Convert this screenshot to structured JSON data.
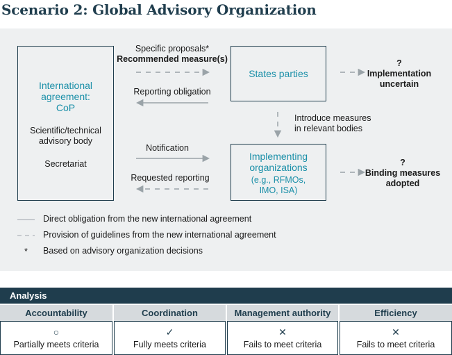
{
  "title": "Scenario 2: Global Advisory Organization",
  "left_box": {
    "heading_lines": [
      "International",
      "agreement:",
      "CoP"
    ],
    "body_lines": [
      "Scientific/technical",
      "advisory body"
    ],
    "secretariat": "Secretariat"
  },
  "states_box": {
    "label": "States parties"
  },
  "impl_box": {
    "heading_lines": [
      "Implementing",
      "organizations"
    ],
    "sub_lines": [
      "(e.g., RFMOs,",
      "IMO, ISA)"
    ]
  },
  "arrows": {
    "specific_proposals": "Specific proposals*",
    "recommended_measures": "Recommended measure(s)",
    "reporting_obligation": "Reporting obligation",
    "notification": "Notification",
    "requested_reporting": "Requested reporting",
    "introduce_lines": [
      "Introduce measures",
      "in relevant bodies"
    ]
  },
  "outcomes": {
    "top_q": "?",
    "top_lines": [
      "Implementation",
      "uncertain"
    ],
    "bottom_q": "?",
    "bottom_lines": [
      "Binding measures",
      "adopted"
    ]
  },
  "legend": {
    "solid": "Direct obligation from the new international agreement",
    "dashed": "Provision of guidelines from the new international agreement",
    "star_symbol": "*",
    "star": "Based on advisory organization decisions"
  },
  "analysis": {
    "header": "Analysis",
    "columns": [
      {
        "name": "Accountability",
        "symbol": "○",
        "result": "Partially meets criteria"
      },
      {
        "name": "Coordination",
        "symbol": "✓",
        "result": "Fully meets criteria"
      },
      {
        "name": "Management authority",
        "symbol": "✕",
        "result": "Fails to meet criteria"
      },
      {
        "name": "Efficiency",
        "symbol": "✕",
        "result": "Fails to meet criteria"
      }
    ]
  },
  "colors": {
    "navy": "#1f3d4d",
    "teal": "#1a8fa8",
    "panel": "#eef0f1",
    "arrow_gray": "#9aa3a8"
  }
}
